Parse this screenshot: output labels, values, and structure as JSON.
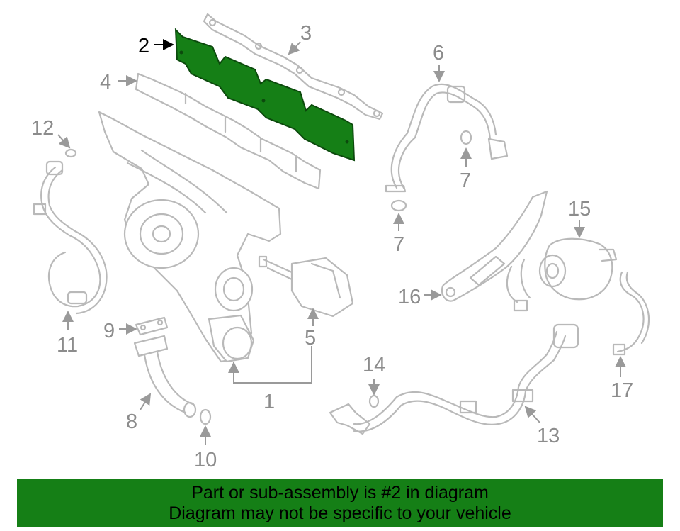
{
  "diagram": {
    "callouts": [
      "1",
      "2",
      "3",
      "4",
      "5",
      "6",
      "7",
      "7",
      "8",
      "9",
      "10",
      "11",
      "12",
      "13",
      "14",
      "15",
      "16",
      "17"
    ],
    "highlight_color": "#157f16"
  },
  "banner": {
    "line1": "Part or sub-assembly is #2 in diagram",
    "line2": "Diagram may not be specific to your vehicle",
    "background": "#157f16"
  }
}
